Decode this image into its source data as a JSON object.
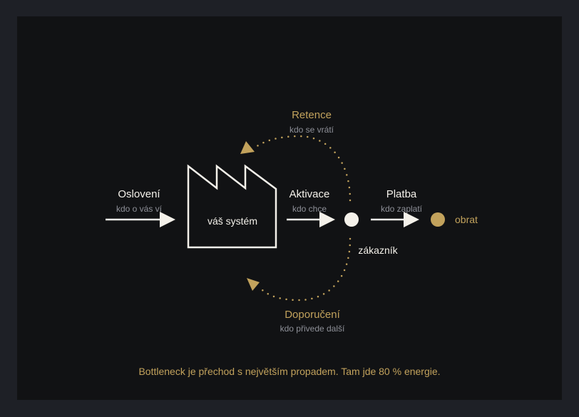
{
  "stages": {
    "reach": {
      "title": "Oslovení",
      "subtitle": "kdo o vás ví"
    },
    "activate": {
      "title": "Aktivace",
      "subtitle": "kdo chce"
    },
    "payment": {
      "title": "Platba",
      "subtitle": "kdo zaplatí"
    },
    "retention": {
      "title": "Retence",
      "subtitle": "kdo se vrátí"
    },
    "referral": {
      "title": "Doporučení",
      "subtitle": "kdo přivede další"
    }
  },
  "nodes": {
    "system": "váš systém",
    "customer": "zákazník",
    "revenue": "obrat"
  },
  "footer": "Bottleneck je přechod s největším propadem. Tam jde 80 % energie.",
  "colors": {
    "background": "#1e2026",
    "panel": "#111214",
    "foreground": "#f4f1ea",
    "accent_gold": "#c2a25c",
    "muted": "#8e9098"
  },
  "icons": [
    "factory-icon",
    "customer-dot",
    "revenue-dot"
  ]
}
